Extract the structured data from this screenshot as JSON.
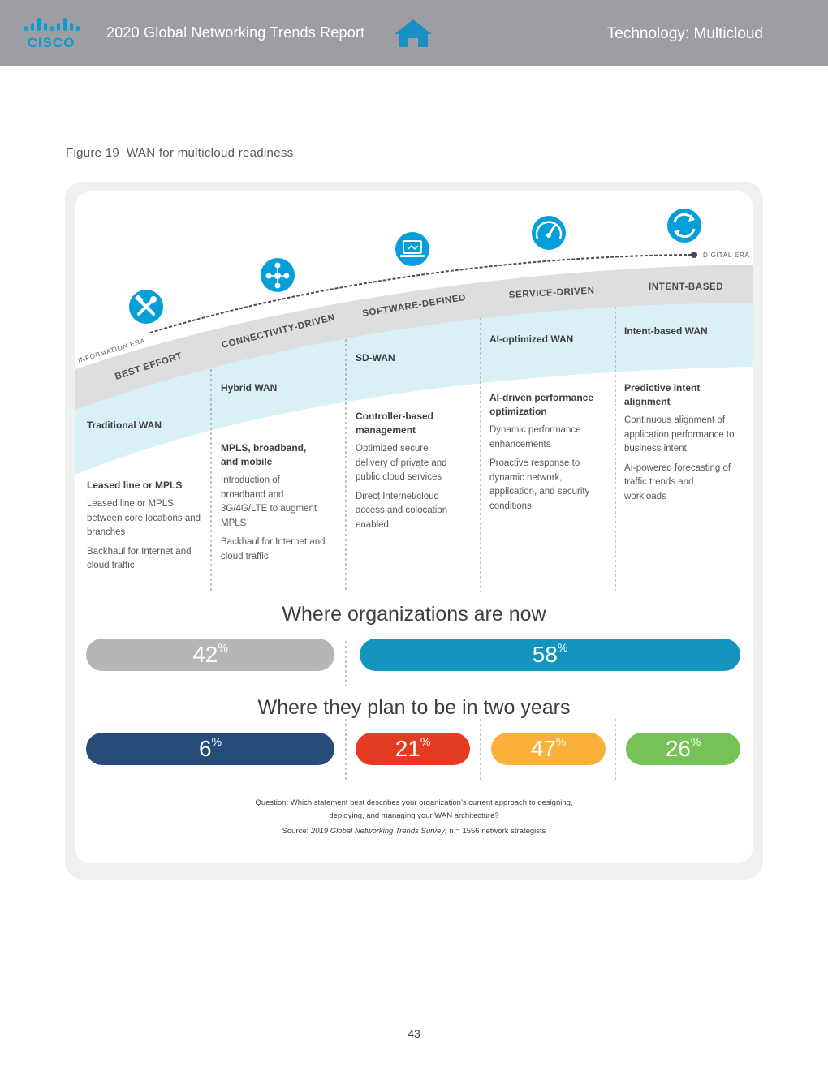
{
  "header": {
    "logo_text": "CISCO",
    "report_title": "2020 Global Networking Trends Report",
    "home_icon": "home-icon",
    "section_title": "Technology: Multicloud"
  },
  "figure": {
    "caption_prefix": "Figure 19",
    "caption_title": "WAN",
    "caption_rest": "for multicloud readiness"
  },
  "diagram": {
    "era_start": "INFORMATION ERA",
    "era_end": "DIGITAL ERA",
    "stages": [
      {
        "name": "BEST EFFORT",
        "icon": "tools-icon",
        "wan_type": "Traditional WAN",
        "heading": "Leased line or MPLS",
        "points": [
          "Leased line or MPLS between core locations and branches",
          "Backhaul for Internet and cloud traffic"
        ]
      },
      {
        "name": "CONNECTIVITY-DRIVEN",
        "icon": "network-users-icon",
        "wan_type": "Hybrid WAN",
        "heading": "MPLS, broadband, and mobile",
        "points": [
          "Introduction of broadband and 3G/4G/LTE to augment MPLS",
          "Backhaul for Internet and cloud traffic"
        ]
      },
      {
        "name": "SOFTWARE-DEFINED",
        "icon": "laptop-icon",
        "wan_type": "SD-WAN",
        "heading": "Controller-based management",
        "points": [
          "Optimized secure delivery of private and public cloud services",
          "Direct Internet/cloud access and colocation enabled"
        ]
      },
      {
        "name": "SERVICE-DRIVEN",
        "icon": "gauge-icon",
        "wan_type": "AI-optimized WAN",
        "heading": "AI-driven performance optimization",
        "points": [
          "Dynamic performance enhancements",
          "Proactive response to dynamic network, application, and security conditions"
        ]
      },
      {
        "name": "INTENT-BASED",
        "icon": "cycle-icon",
        "wan_type": "Intent-based WAN",
        "heading": "Predictive intent alignment",
        "points": [
          "Continuous alignment of application performance to business intent",
          "AI-powered forecasting of traffic trends and workloads"
        ]
      }
    ]
  },
  "survey": {
    "now_heading": "Where organizations are now",
    "future_heading": "Where they plan to be in two years",
    "percent_sign": "%",
    "now": [
      {
        "value": 42,
        "label": "42",
        "color": "#b5b6b8"
      },
      {
        "value": 58,
        "label": "58",
        "color": "#1394bf"
      }
    ],
    "future": [
      {
        "value": 6,
        "label": "6",
        "color": "#264d79"
      },
      {
        "value": 21,
        "label": "21",
        "color": "#e43b23"
      },
      {
        "value": 47,
        "label": "47",
        "color": "#fbb03b"
      },
      {
        "value": 26,
        "label": "26",
        "color": "#77c257"
      }
    ],
    "question": "Question: Which statement best describes your organization’s current approach to designing, deploying, and managing your WAN architecture?",
    "source_prefix": "Source:",
    "source_title": "2019 Global Networking Trends Survey;",
    "source_rest": "n = 1556 network strategists"
  },
  "page_number": "43",
  "colors": {
    "brand": "#049fd9",
    "header_bg": "#9e9ea2",
    "band_gray": "#dddedf",
    "band_blue": "#d9f0f7"
  }
}
